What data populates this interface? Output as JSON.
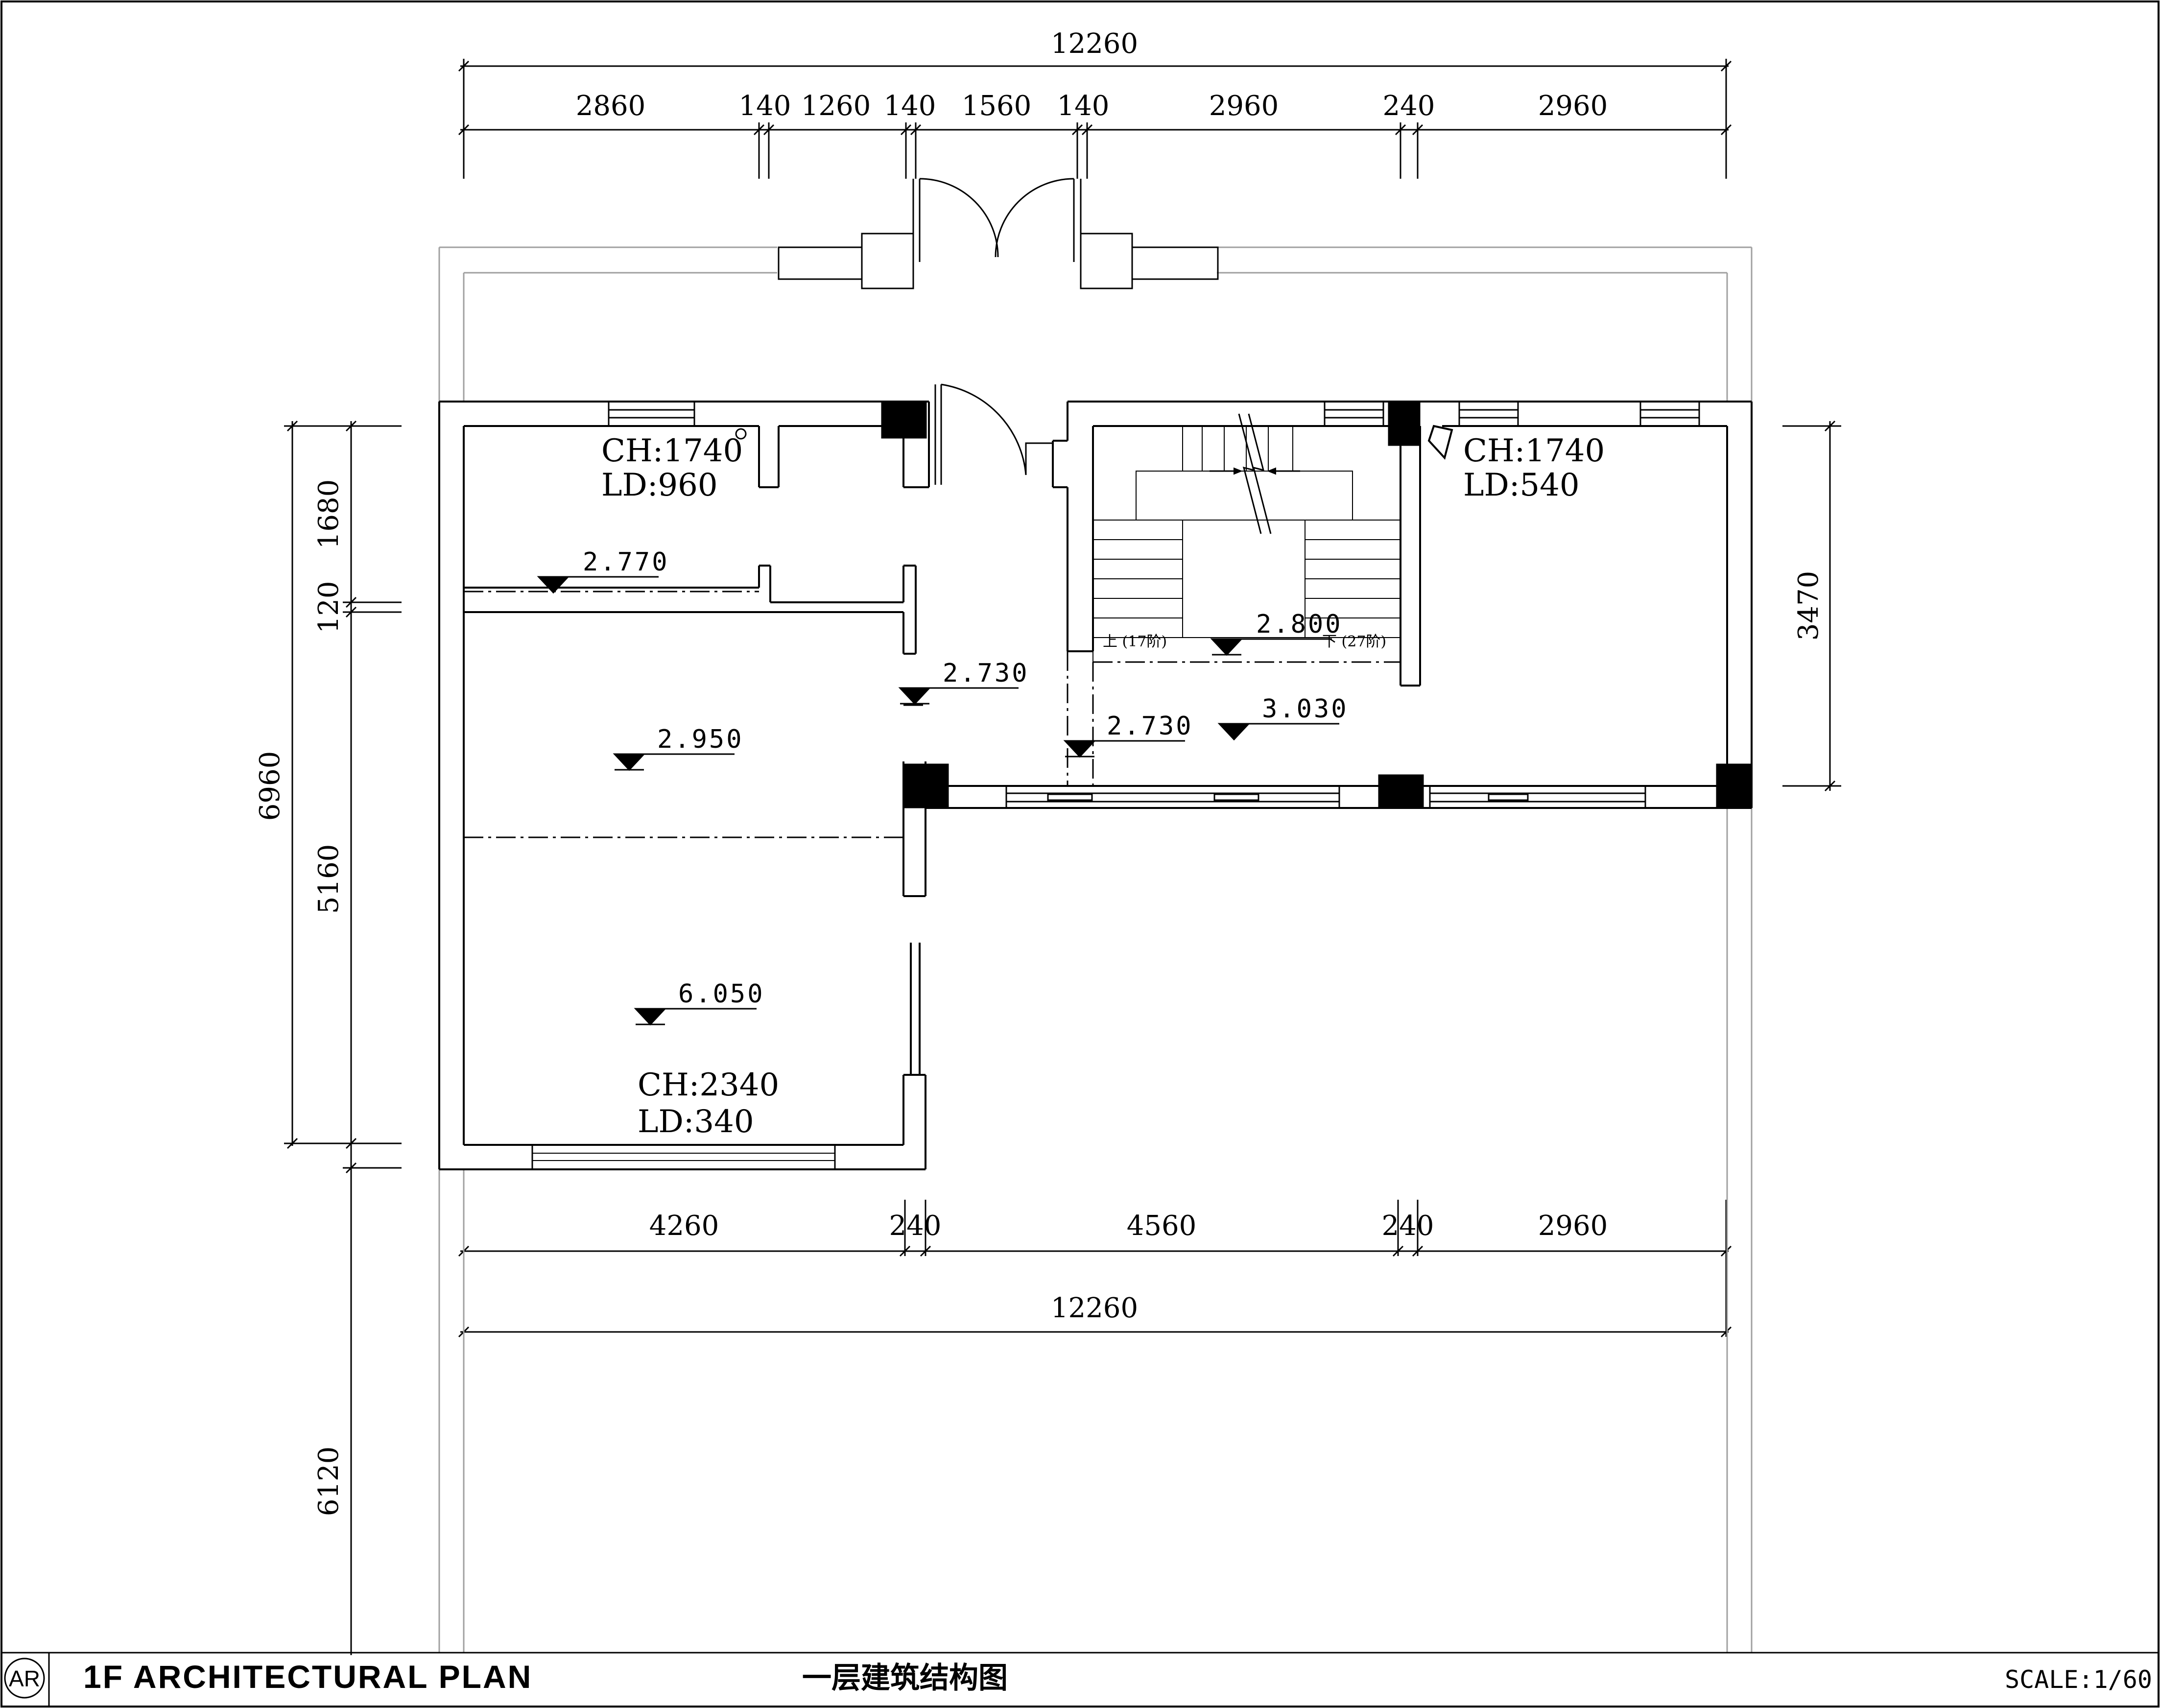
{
  "dims": {
    "top_total": "12260",
    "top_segments": [
      "2860",
      "140",
      "1260",
      "140",
      "1560",
      "140",
      "2960",
      "240",
      "2960"
    ],
    "bottom_segments": [
      "4260",
      "240",
      "4560",
      "240",
      "2960"
    ],
    "bottom_total": "12260",
    "left_segments": [
      "1680",
      "120",
      "5160",
      "6120"
    ],
    "left_total": "6960",
    "right": "3470"
  },
  "levels": [
    "2.770",
    "2.730",
    "2.950",
    "6.050",
    "2.800",
    "2.730",
    "3.030"
  ],
  "rooms": [
    {
      "ch": "CH:1740",
      "ld": "LD:960"
    },
    {
      "ch": "CH:1740",
      "ld": "LD:540"
    },
    {
      "ch": "CH:2340",
      "ld": "LD:340"
    }
  ],
  "stair": {
    "up": "上 (17阶)",
    "down": "下 (27阶)"
  },
  "title_block": {
    "badge": "AR",
    "title_en": "1F ARCHITECTURAL PLAN",
    "title_cn": "一层建筑结构图",
    "scale": "SCALE:1/60"
  }
}
